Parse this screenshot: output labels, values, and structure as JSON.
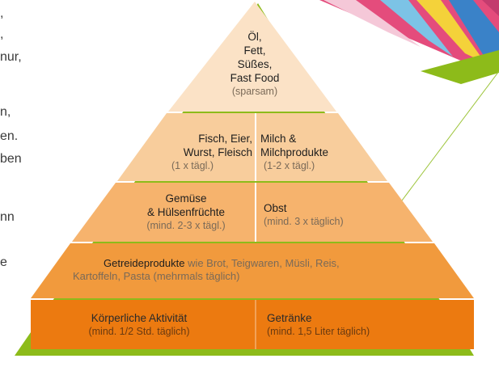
{
  "background_text": [
    ",",
    ",",
    "nur,",
    "n,",
    "en.",
    "ben",
    "nn",
    "e"
  ],
  "colors": {
    "green": "#8dbb1a",
    "tier_top": "#fbe2c6",
    "tier_2": "#f8cd9c",
    "tier_3": "#f6b36d",
    "tier_4": "#f19a3d",
    "tier_base": "#ec7a10",
    "secondary_text": "#7a6a58"
  },
  "pyramid": {
    "top": {
      "lines": [
        "Öl,",
        "Fett,",
        "Süßes,",
        "Fast Food"
      ],
      "note": "(sparsam)"
    },
    "tier2": {
      "left": {
        "lines": [
          "Fisch, Eier,",
          "Wurst, Fleisch"
        ],
        "note": "(1 x tägl.)"
      },
      "right": {
        "lines": [
          "Milch &",
          "Milchprodukte"
        ],
        "note": "(1-2 x tägl.)"
      }
    },
    "tier3": {
      "left": {
        "lines": [
          "Gemüse",
          "& Hülsenfrüchte"
        ],
        "note": "(mind. 2-3 x tägl.)"
      },
      "right": {
        "lines": [
          "Obst"
        ],
        "note": "(mind. 3 x täglich)"
      }
    },
    "tier4": {
      "title": "Getreideprodukte",
      "rest": " wie Brot, Teigwaren, Müsli, Reis,",
      "line2": "Kartoffeln, Pasta (mehrmals täglich)"
    },
    "base": {
      "left": {
        "title": "Körperliche Aktivität",
        "note": "(mind. 1/2 Std. täglich)"
      },
      "right": {
        "title": "Getränke",
        "note": "(mind. 1,5 Liter täglich)"
      }
    }
  }
}
